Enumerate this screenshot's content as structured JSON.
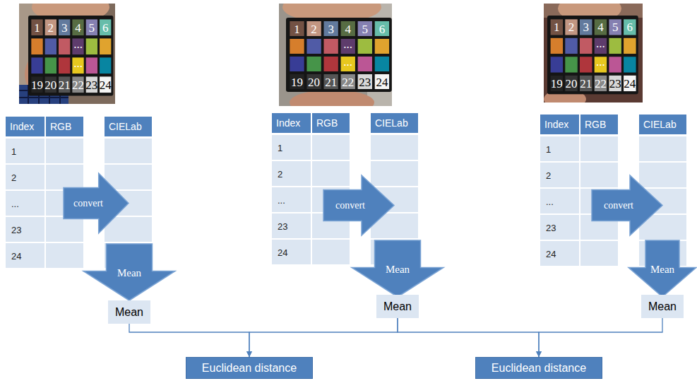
{
  "diagram": {
    "nodes": [
      {
        "text": [
          "convert"
        ]
      },
      {
        "text": [
          "Mean"
        ]
      },
      {
        "text": [
          "Mean"
        ]
      },
      {
        "text": [
          "convert"
        ]
      },
      {
        "text": [
          "Mean"
        ]
      },
      {
        "text": [
          "Mean"
        ]
      },
      {
        "text": [
          "convert"
        ]
      },
      {
        "text": [
          "Mean"
        ]
      },
      {
        "text": [
          "Mean"
        ]
      },
      {
        "text": [
          "Euclidean distance"
        ]
      },
      {
        "text": [
          "Euclidean distance"
        ]
      }
    ],
    "edges": [
      {
        "from": 2,
        "to": 9,
        "arrow": "to"
      },
      {
        "from": 5,
        "to": 9,
        "arrow": "to"
      },
      {
        "from": 5,
        "to": 10,
        "arrow": "to"
      },
      {
        "from": 8,
        "to": 10,
        "arrow": "to"
      }
    ],
    "labels": [
      "1",
      "2",
      "3",
      "4",
      "5",
      "6",
      "...",
      "...",
      "19",
      "20",
      "21",
      "22",
      "23",
      "24",
      "Index",
      "RGB",
      "CIELab",
      "1",
      "2",
      "...",
      "23",
      "24",
      "1",
      "2",
      "3",
      "4",
      "5",
      "6",
      "...",
      "...",
      "19",
      "20",
      "21",
      "22",
      "23",
      "24",
      "Index",
      "RGB",
      "CIELab",
      "1",
      "2",
      "...",
      "23",
      "24",
      "1",
      "2",
      "3",
      "4",
      "5",
      "6",
      "...",
      "...",
      "19",
      "20",
      "21",
      "22",
      "23",
      "24",
      "Index",
      "RGB",
      "CIELab",
      "1",
      "2",
      "...",
      "23",
      "24"
    ]
  }
}
